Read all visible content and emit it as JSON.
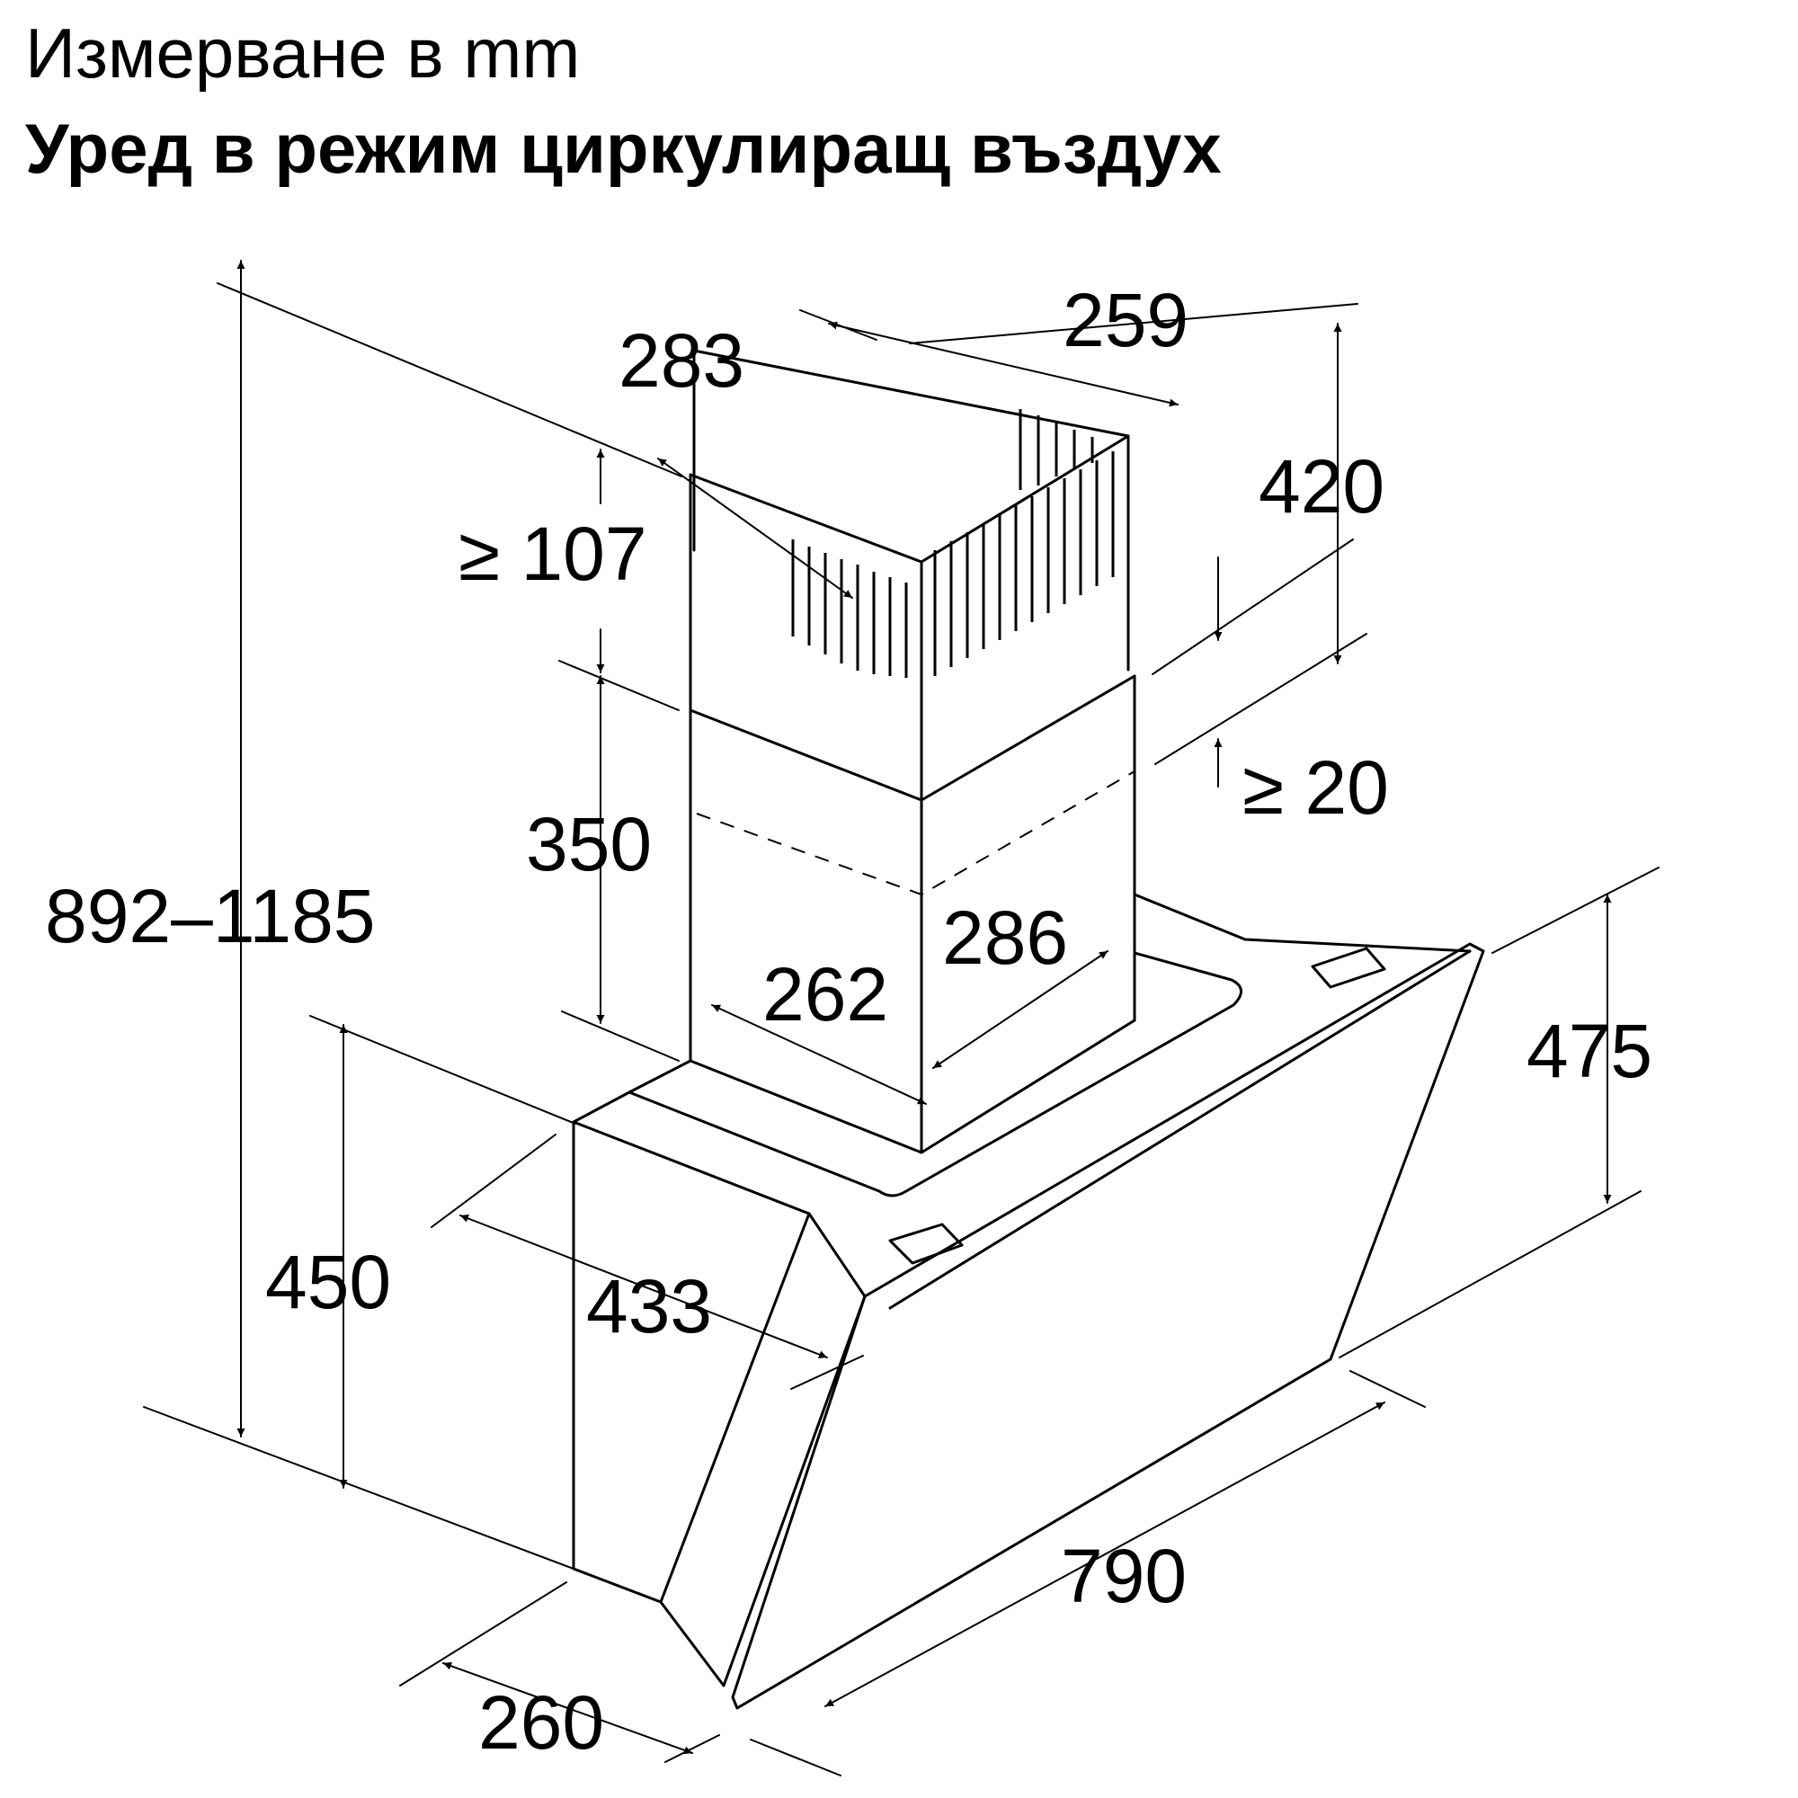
{
  "header": {
    "title": "Измерване в mm",
    "subtitle": "Уред в режим циркулиращ въздух"
  },
  "dimensions": {
    "d283": "283",
    "d259": "259",
    "d420": "420",
    "d107": "≥ 107",
    "d20": "≥ 20",
    "d350": "350",
    "d286": "286",
    "d262": "262",
    "d892": "892–1185",
    "d475": "475",
    "d450": "450",
    "d433": "433",
    "d790": "790",
    "d260": "260"
  }
}
